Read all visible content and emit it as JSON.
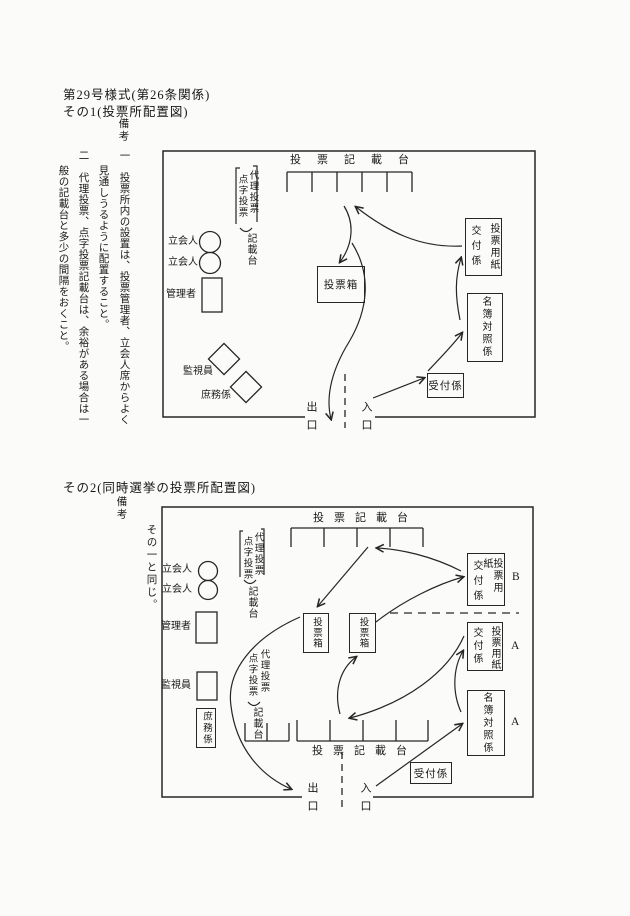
{
  "doc": {
    "form_title": "第29号様式(第26条関係)",
    "part1_heading": "その1(投票所配置図)",
    "part2_heading": "その2(同時選挙の投票所配置図)",
    "notes_label": "備考",
    "part1_note_col1": "一　投票所内の設置は、投票管理者、立会人席からよく",
    "part1_note_col2": "見通しうるように配置すること。",
    "part1_note_col3": "二　代理投票、点字投票記載台は、余裕がある場合は一",
    "part1_note_col4": "般の記載台と多少の間隔をおくこと。",
    "part2_note": "その一と同じ。"
  },
  "labels": {
    "writing_booth": "投票記載台",
    "proxy_voting": "代理投票",
    "braille_voting": "点字投票",
    "booth_suffix": "記載台",
    "observer": "立会人",
    "manager": "管理者",
    "watcher": "監視員",
    "general_affairs": "庶務係",
    "ballot_box": "投票箱",
    "ballot_paper": "投票用紙",
    "issuing_clerk": "交付係",
    "register_clerk": "名簿対照係",
    "reception_clerk": "受付係",
    "exit": "出口",
    "entrance": "入口",
    "election_a": "A",
    "election_b": "B"
  },
  "colors": {
    "ink": "#262626",
    "paper": "#fbfbf9"
  }
}
